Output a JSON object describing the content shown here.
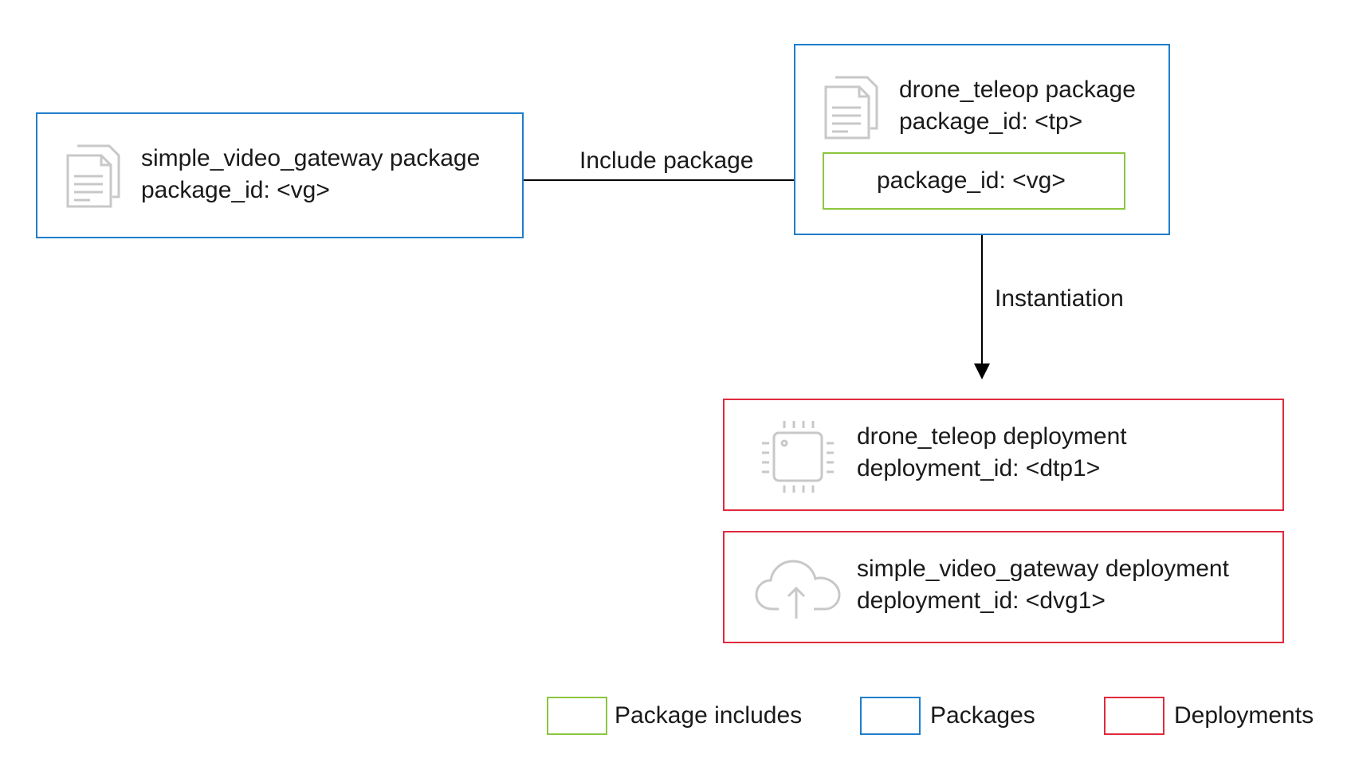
{
  "nodes": {
    "vg_package": {
      "icon": "document-icon",
      "name": "simple_video_gateway package",
      "id_line": "package_id: <vg>"
    },
    "tp_package": {
      "icon": "document-icon",
      "name": "drone_teleop package",
      "id_line": "package_id: <tp>",
      "include": {
        "id_line": "package_id: <vg>"
      }
    },
    "dtp_deployment": {
      "icon": "chip-icon",
      "name": "drone_teleop deployment",
      "id_line": "deployment_id: <dtp1>"
    },
    "dvg_deployment": {
      "icon": "cloud-upload-icon",
      "name": "simple_video_gateway deployment",
      "id_line": "deployment_id: <dvg1>"
    }
  },
  "edges": {
    "include": {
      "label": "Include package"
    },
    "instantiation": {
      "label": "Instantiation"
    }
  },
  "legend": [
    {
      "label": "Package includes",
      "color": "#8cc63f"
    },
    {
      "label": "Packages",
      "color": "#1f7ecb"
    },
    {
      "label": "Deployments",
      "color": "#e02a3c"
    }
  ],
  "colors": {
    "package_border": "#1f7ecb",
    "deployment_border": "#e02a3c",
    "include_border": "#8cc63f",
    "icon_gray": "#c8c8c8",
    "arrow": "#000000"
  }
}
